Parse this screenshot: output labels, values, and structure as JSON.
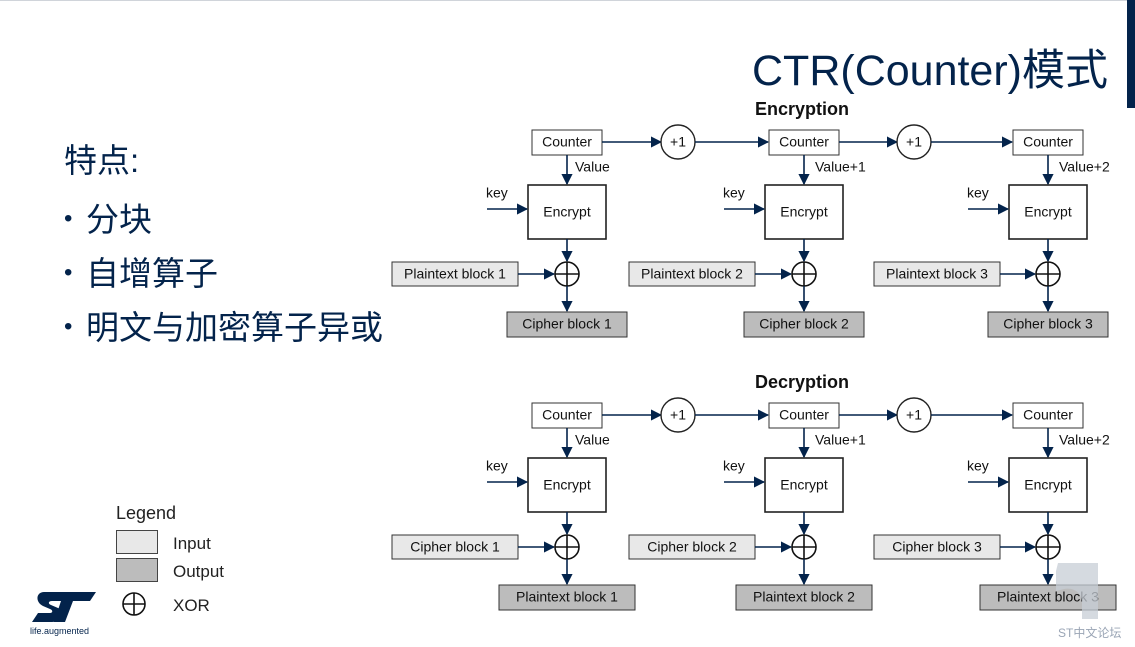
{
  "slide": {
    "title": "CTR(Counter)模式",
    "features": {
      "heading": "特点:",
      "items": [
        "分块",
        "自增算子",
        "明文与加密算子异或"
      ]
    },
    "logo_tagline": "life.augmented",
    "watermark": "ST中文论坛"
  },
  "legend": {
    "title": "Legend",
    "items": [
      {
        "label": "Input",
        "kind": "input"
      },
      {
        "label": "Output",
        "kind": "output"
      },
      {
        "label": "XOR",
        "kind": "xor"
      }
    ]
  },
  "diagram": {
    "colors": {
      "input_fill": "#e8e8e8",
      "output_fill": "#bcbcbc",
      "line": "#03234b",
      "border": "#333333"
    },
    "increment_label": "+1",
    "counter_label": "Counter",
    "key_label": "key",
    "encrypt_label": "Encrypt",
    "values": [
      "Value",
      "Value+1",
      "Value+2"
    ],
    "sections": [
      {
        "title": "Encryption",
        "inputs": [
          "Plaintext block 1",
          "Plaintext block 2",
          "Plaintext block 3"
        ],
        "outputs": [
          "Cipher block 1",
          "Cipher block 2",
          "Cipher block 3"
        ]
      },
      {
        "title": "Decryption",
        "inputs": [
          "Cipher block 1",
          "Cipher block 2",
          "Cipher block 3"
        ],
        "outputs": [
          "Plaintext block 1",
          "Plaintext block 2",
          "Plaintext block 3"
        ]
      }
    ]
  }
}
